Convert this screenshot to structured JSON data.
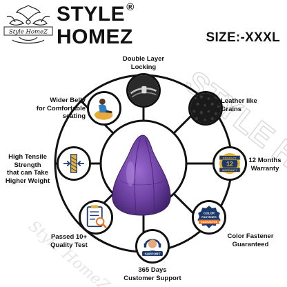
{
  "brand": {
    "emblem_text": "Style HomeZ",
    "line1": "STYLE",
    "registered": "®",
    "line2": "HOMEZ",
    "watermark": "STYLE HOMEZ",
    "watermark_small": "Style HomeZ"
  },
  "size_label": "SIZE:-XXXL",
  "features": {
    "double_layer": "Double Layer\nLocking",
    "leather": "Leather like\nGrains",
    "warranty": "12 Months\nWarranty",
    "color_fastener": "Color Fastener\nGuaranteed",
    "support": "365 Days\nCustomer Support",
    "quality": "Passed 10+\nQuality Test",
    "tensile": "High Tensile Strength\nthat can Take\nHigher Weight",
    "belly": "Wider Belly\nfor Comfortable\nseating"
  },
  "badges": {
    "warranty_top": "PRODUCT",
    "warranty_num": "12",
    "warranty_bottom": "WARRANTY",
    "fastener_top": "COLOR",
    "fastener_mid": "FASTENER",
    "fastener_bottom": "GUARANTEE",
    "support_text": "SUPPORT"
  },
  "colors": {
    "bag_purple": "#6b3fa0",
    "badge_blue": "#1b3a6b",
    "badge_gold": "#e2b13c",
    "fastener_orange": "#e8762a",
    "ring": "#111111"
  }
}
